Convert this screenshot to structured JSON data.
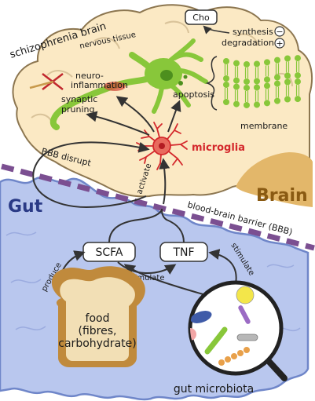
{
  "brain": {
    "title": "schizophrenia brain",
    "region_label": "Brain",
    "nervous_tissue": "nervous tissue",
    "neuroinflammation_line1": "neuro-",
    "neuroinflammation_line2": "inflammation",
    "synaptic_pruning_line1": "synaptic",
    "synaptic_pruning_line2": "pruning",
    "apoptosis": "apoptosis",
    "membrane": "membrane",
    "cho": "Cho",
    "synthesis": "synthesis",
    "degradation": "degradation",
    "synthesis_sign": "−",
    "degradation_sign": "+",
    "microglia": "microglia"
  },
  "barrier": {
    "bbb_disrupt": "BBB disrupt",
    "activate": "activate",
    "label": "blood-brain barrier (BBB)"
  },
  "gut": {
    "region_label": "Gut",
    "scfa": "SCFA",
    "tnf": "TNF",
    "stimulate_bottom": "stimulate",
    "stimulate_right": "stimulate",
    "produce": "produce",
    "food_line1": "food",
    "food_line2": "(fibres,",
    "food_line3": "carbohydrate)",
    "microbiota": "gut microbiota"
  },
  "colors": {
    "brain_fill": "#fbe9c4",
    "brain_stem": "#e3b76a",
    "gut_fill": "#b9c7ee",
    "gut_stroke": "#6f86c9",
    "barrier": "#7b4f91",
    "neuron": "#88c73a",
    "microglia_red": "#d4282c",
    "brain_text": "#8a5a12",
    "gut_text": "#2a3a86",
    "bread_crust": "#c08a3c",
    "bread_fill": "#f2dfb5"
  }
}
